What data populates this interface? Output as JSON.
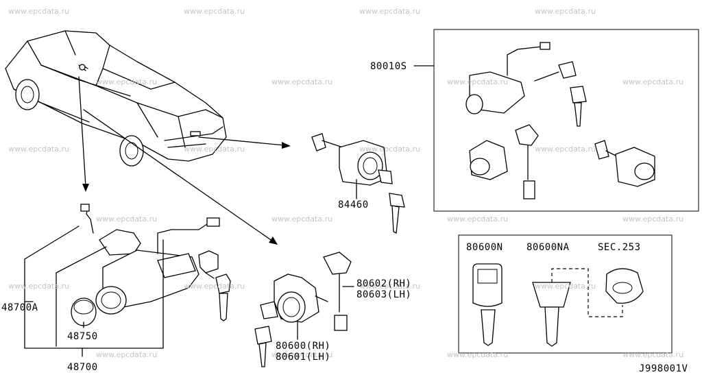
{
  "watermark": "www.epcdata.ru",
  "labels": {
    "lock_set": "80010S",
    "trunk_cylinder": "84460",
    "door_rod_parts": "80602(RH)",
    "door_rod_parts_lh": "80603(LH)",
    "ignition_set": "48700A",
    "ignition_knob": "48750",
    "ignition_lock": "48700",
    "door_cylinder_rh": "80600(RH)",
    "door_cylinder_lh": "80601(LH)",
    "key_blank_n": "80600N",
    "key_blank_na": "80600NA",
    "section_ref": "SEC.253",
    "diagram_code": "J998001V"
  }
}
